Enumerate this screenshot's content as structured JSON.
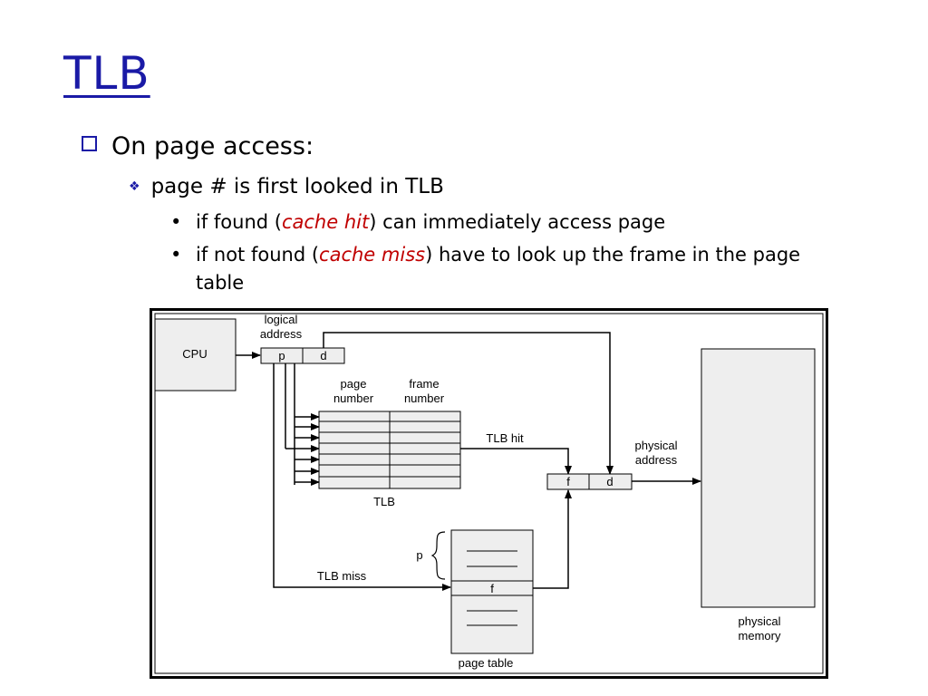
{
  "slide": {
    "title": "TLB",
    "bullet1": "On page access:",
    "bullet2": "page # is first looked in TLB",
    "bullet3a": {
      "pre": "if found (",
      "em": "cache hit",
      "post": ") can immediately access page"
    },
    "bullet3b": {
      "pre": "if not found (",
      "em": "cache miss",
      "post": ") have to look up the frame in the page table"
    }
  },
  "diagram": {
    "cpu": "CPU",
    "logical_address_1": "logical",
    "logical_address_2": "address",
    "p": "p",
    "d": "d",
    "page_number_1": "page",
    "page_number_2": "number",
    "frame_number_1": "frame",
    "frame_number_2": "number",
    "tlb": "TLB",
    "tlb_hit": "TLB hit",
    "tlb_miss": "TLB miss",
    "physical_address_1": "physical",
    "physical_address_2": "address",
    "f": "f",
    "d2": "d",
    "pt_p": "p",
    "pt_f": "f",
    "page_table": "page table",
    "physical_memory_1": "physical",
    "physical_memory_2": "memory"
  },
  "colors": {
    "title": "#1a1aa6",
    "emphasis": "#c00000",
    "box_fill": "#eeeeee"
  }
}
